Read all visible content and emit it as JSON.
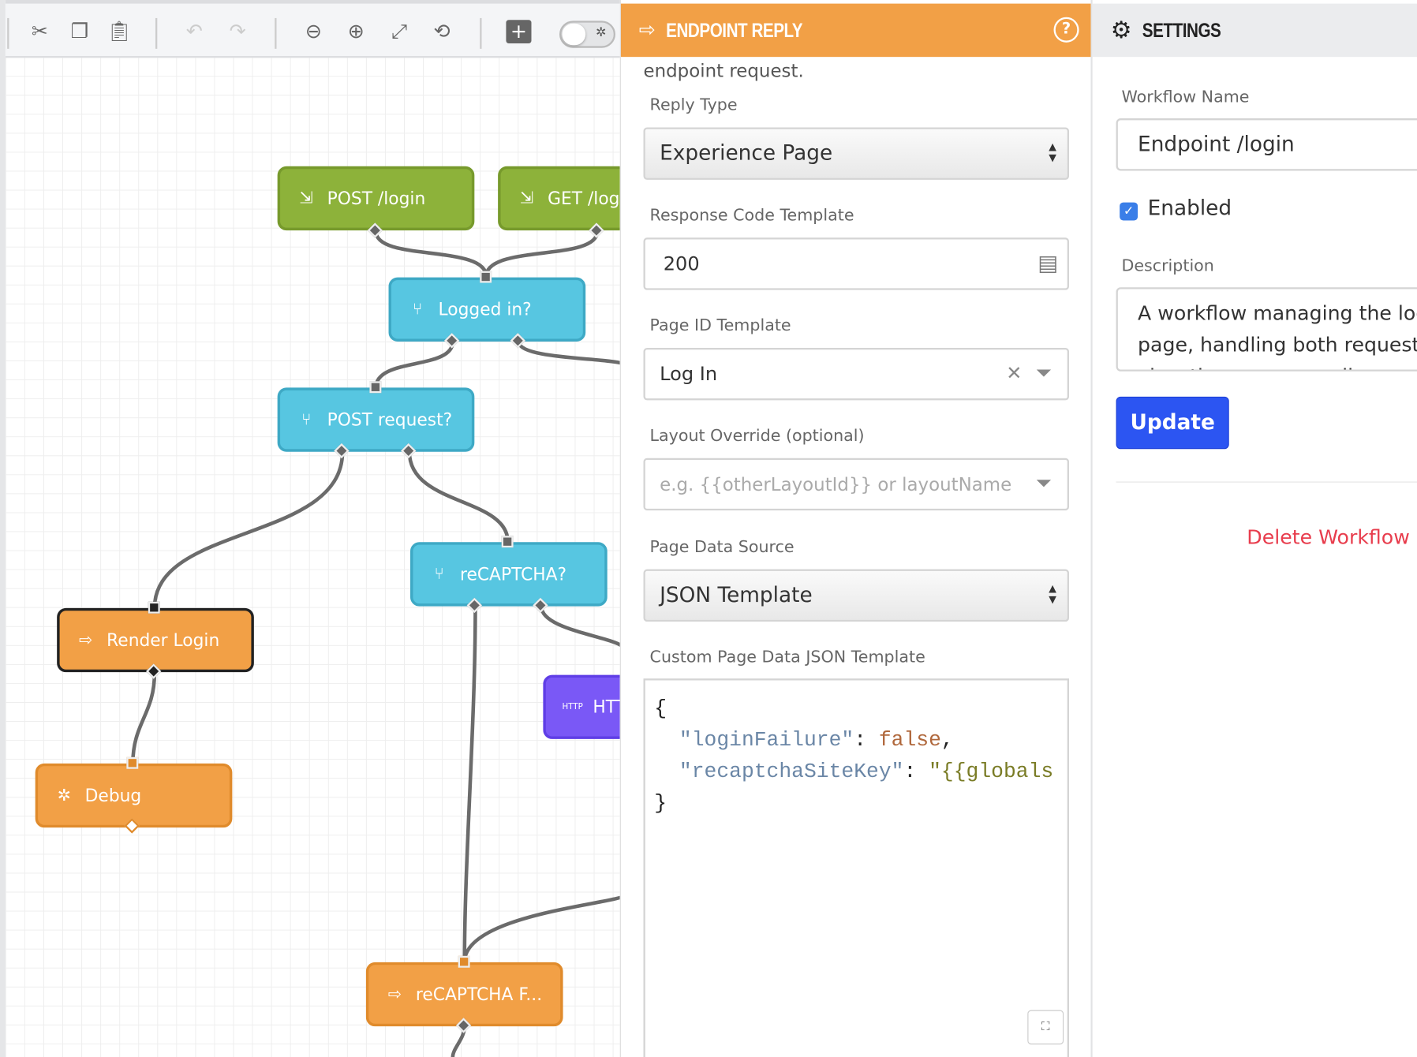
{
  "toolbar": {
    "icons": [
      "cut-icon",
      "copy-icon",
      "paste-icon",
      "undo-icon",
      "redo-icon",
      "zoom-out-icon",
      "zoom-in-icon",
      "fit-icon",
      "reset-zoom-icon",
      "add-node-icon"
    ],
    "debug_toggle": false
  },
  "nodes": [
    {
      "label": "POST /login",
      "type": "endpoint"
    },
    {
      "label": "GET /login",
      "type": "endpoint"
    },
    {
      "label": "Logged in?",
      "type": "conditional"
    },
    {
      "label": "POST request?",
      "type": "conditional"
    },
    {
      "label": "reCAPTCHA?",
      "type": "conditional"
    },
    {
      "label": "Render Login",
      "type": "endpoint-reply"
    },
    {
      "label": "Debug",
      "type": "debug"
    },
    {
      "label": "HTTP",
      "type": "http"
    },
    {
      "label": "reCAPTCHA F...",
      "type": "endpoint-reply"
    }
  ],
  "editor": {
    "title": "ENDPOINT REPLY",
    "cut_text": "endpoint request.",
    "reply_type_label": "Reply Type",
    "reply_type": "Experience Page",
    "response_code_label": "Response Code Template",
    "response_code": "200",
    "page_id_label": "Page ID Template",
    "page_id": "Log In",
    "layout_label": "Layout Override (optional)",
    "layout_placeholder": "e.g. {{otherLayoutId}} or layoutName",
    "data_source_label": "Page Data Source",
    "data_source": "JSON Template",
    "json_label": "Custom Page Data JSON Template",
    "json": {
      "open": "{",
      "k1": "\"loginFailure\"",
      "v1": "false",
      "k2": "\"recaptchaSiteKey\"",
      "v2": "\"{{globals",
      "close": "}"
    }
  },
  "settings": {
    "title": "SETTINGS",
    "name_label": "Workflow Name",
    "name": "Endpoint /login",
    "enabled_label": "Enabled",
    "enabled": true,
    "description_label": "Description",
    "description": "A workflow managing the login page, handling both requests to view the page as well as submissions of login",
    "update": "Update",
    "delete": "Delete Workflow"
  },
  "colors": {
    "endpoint": "#8db23a",
    "conditional": "#57c6e1",
    "reply": "#f2a046",
    "http": "#7a58f6",
    "primary": "#2c55f2",
    "danger": "#e83d4d"
  }
}
